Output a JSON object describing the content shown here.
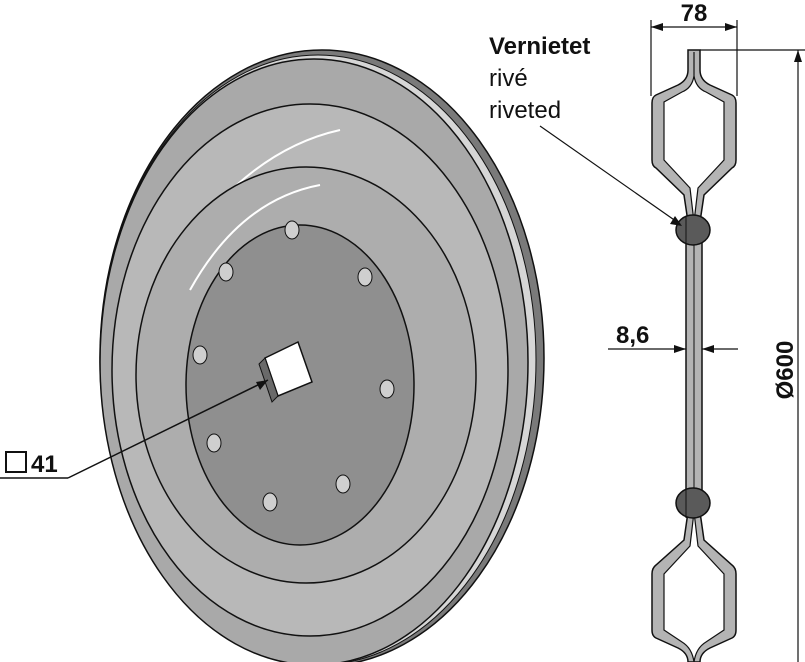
{
  "rivet_note": {
    "line_de": "Vernietet",
    "line_fr": "rivé",
    "line_en": "riveted"
  },
  "dimensions": {
    "width": "78",
    "thickness": "8,6",
    "diameter": "Ø600",
    "square_hole": "41"
  },
  "colors": {
    "disc_outer": "#a9a9a9",
    "disc_ring": "#b4b4b4",
    "disc_hub": "#8f8f8f",
    "rivet": "#5a5a5a",
    "line": "#111111"
  }
}
